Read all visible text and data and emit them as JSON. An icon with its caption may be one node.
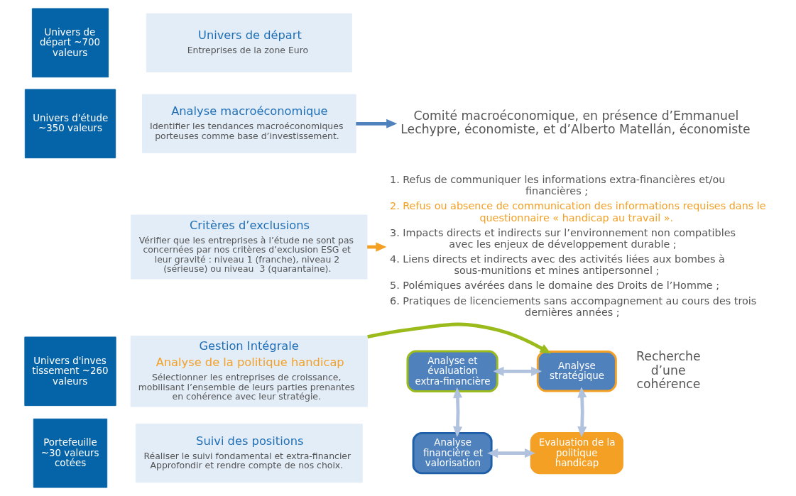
{
  "diagram": {
    "nodes": [
      {
        "text": [
          "Univers de départ ~700 valeurs"
        ]
      },
      {
        "text": [
          "Univers de départ",
          "Entreprises de la zone Euro"
        ]
      },
      {
        "text": [
          "Univers d'étude ~350 valeurs"
        ]
      },
      {
        "text": [
          "Analyse macroéconomique",
          "Identifier les tendances macroéconomiques porteuses comme base d’investissement."
        ]
      },
      {
        "text": [
          "Critères d’exclusions",
          "Vérifier que les entreprises à l’étude ne sont pas concernées par nos critères d’exclusion ESG et leur gravité : niveau 1 (franche), niveau 2 (sérieuse) ou niveau  3 (quarantaine)."
        ]
      },
      {
        "text": [
          "Univers d'investissement ~260 valeurs"
        ]
      },
      {
        "text": [
          "Gestion Intégrale",
          "Analyse de la politique handicap",
          "Sélectionner les entreprises de croissance, mobilisant l’ensemble de leurs parties prenantes en cohérence avec leur stratégie."
        ]
      },
      {
        "text": [
          "Portefeuille ~30 valeurs cotées"
        ]
      },
      {
        "text": [
          "Suivi des positions",
          "Réaliser le suivi fondamental et extra-financier Approfondir et rendre compte de nos choix."
        ]
      },
      {
        "text": [
          "Comité macroéconomique, en présence d’Emmanuel Lechypre, économiste, et d’Alberto Matellán, économiste"
        ]
      },
      {
        "text": [
          "1. Refus de communiquer les informations extra-financières et/ou financières ;",
          "2. Refus ou absence de communication des informations requises dans le questionnaire « handicap au travail ».",
          "3. Impacts directs et indirects sur l’environnement non compatibles avec les enjeux de développement durable ;",
          "4. Liens directs et indirects avec des activités liées aux bombes à sous-munitions et mines antipersonnel ;",
          "5. Polémiques avérées dans le domaine des Droits de l’Homme ;",
          "6. Pratiques de licenciements sans accompagnement au cours des trois dernières années ;"
        ]
      },
      {
        "text": [
          "Analyse stratégique"
        ]
      },
      {
        "text": [
          "Analyse et évaluation extra-financière"
        ]
      },
      {
        "text": [
          "Evaluation de la politique handicap"
        ]
      },
      {
        "text": [
          "Analyse financière et valorisation"
        ]
      }
    ],
    "edges": [
      {
        "from": 3,
        "to": 9,
        "arrow": "to",
        "color": "#4f81bd"
      },
      {
        "from": 4,
        "to": 10,
        "arrow": "to",
        "color": "#f4a025"
      },
      {
        "from": 6,
        "to": 11,
        "arrow": "to",
        "color": "#9bbb1c"
      },
      {
        "from": 11,
        "to": 12,
        "arrow": "both"
      },
      {
        "from": 11,
        "to": 13,
        "arrow": "both"
      },
      {
        "from": 12,
        "to": 14,
        "arrow": "both"
      },
      {
        "from": 13,
        "to": 14,
        "arrow": "both"
      }
    ],
    "labels": [
      "Recherche d’une cohérence"
    ]
  }
}
